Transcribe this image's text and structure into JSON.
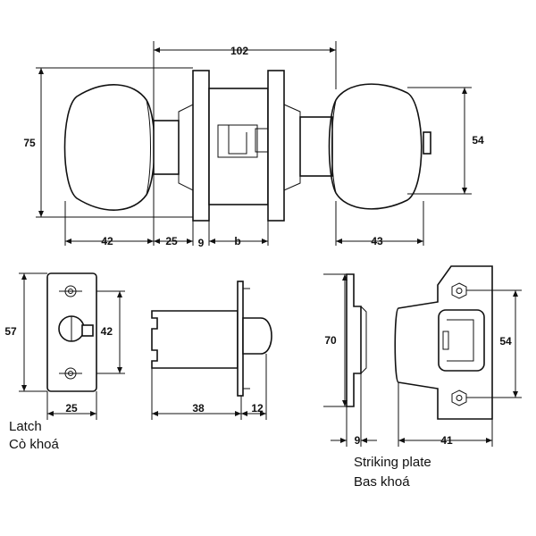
{
  "knobset": {
    "dims": {
      "overall_width": "102",
      "height": "75",
      "knob_width": "42",
      "spindle": "25",
      "rose": "9",
      "door_thickness": "b",
      "right_knob": "43",
      "right_height": "54"
    }
  },
  "latch": {
    "caption_en": "Latch",
    "caption_vi": "Cò khoá",
    "dims": {
      "faceplate_height": "57",
      "hole_spacing": "42",
      "faceplate_width": "25",
      "backset": "38",
      "bolt": "12"
    }
  },
  "striking_plate": {
    "caption_en": "Striking plate",
    "caption_vi": "Bas khoá",
    "dims": {
      "height": "70",
      "depth": "9",
      "width": "41",
      "hole_spacing": "54"
    }
  },
  "colors": {
    "line": "#111111",
    "background": "#ffffff"
  }
}
